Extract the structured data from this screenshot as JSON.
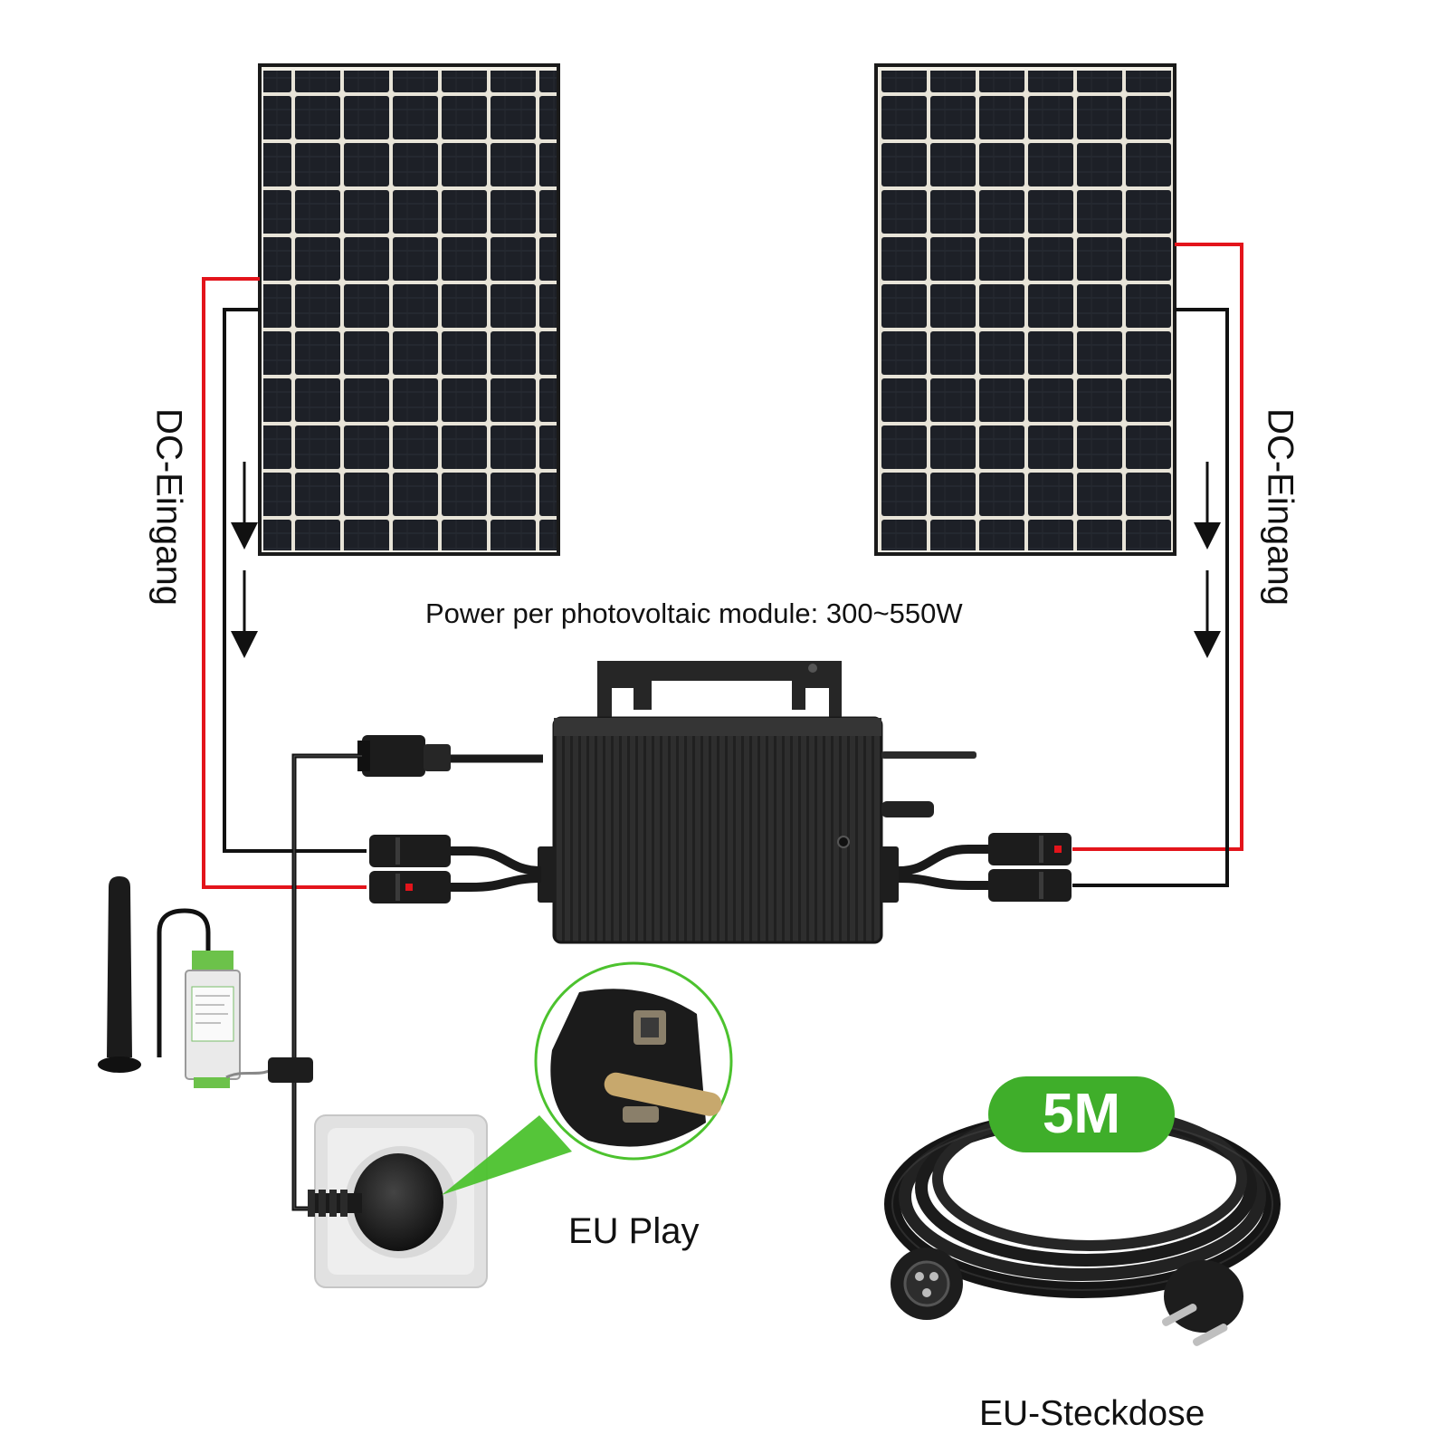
{
  "labels": {
    "dc_input_left": "DC-Eingang",
    "dc_input_right": "DC-Eingang",
    "power_text": "Power per photovoltaic module: 300~550W",
    "eu_plug": "EU Play",
    "eu_socket": "EU-Steckdose",
    "cable_length": "5M"
  },
  "colors": {
    "positive_wire": "#e3141b",
    "negative_wire": "#111111",
    "panel_cell": "#1c1e24",
    "inverter_body": "#2b2b2b",
    "badge_green": "#3fae2a",
    "zoom_ring": "#4cc22e"
  },
  "icons": {
    "panel": "solar-panel-icon",
    "inverter": "micro-inverter-icon",
    "antenna": "antenna-icon",
    "monitor": "monitoring-module-icon",
    "socket": "wall-socket-icon",
    "plug": "schuko-plug-icon",
    "cable": "coiled-cable-icon"
  }
}
